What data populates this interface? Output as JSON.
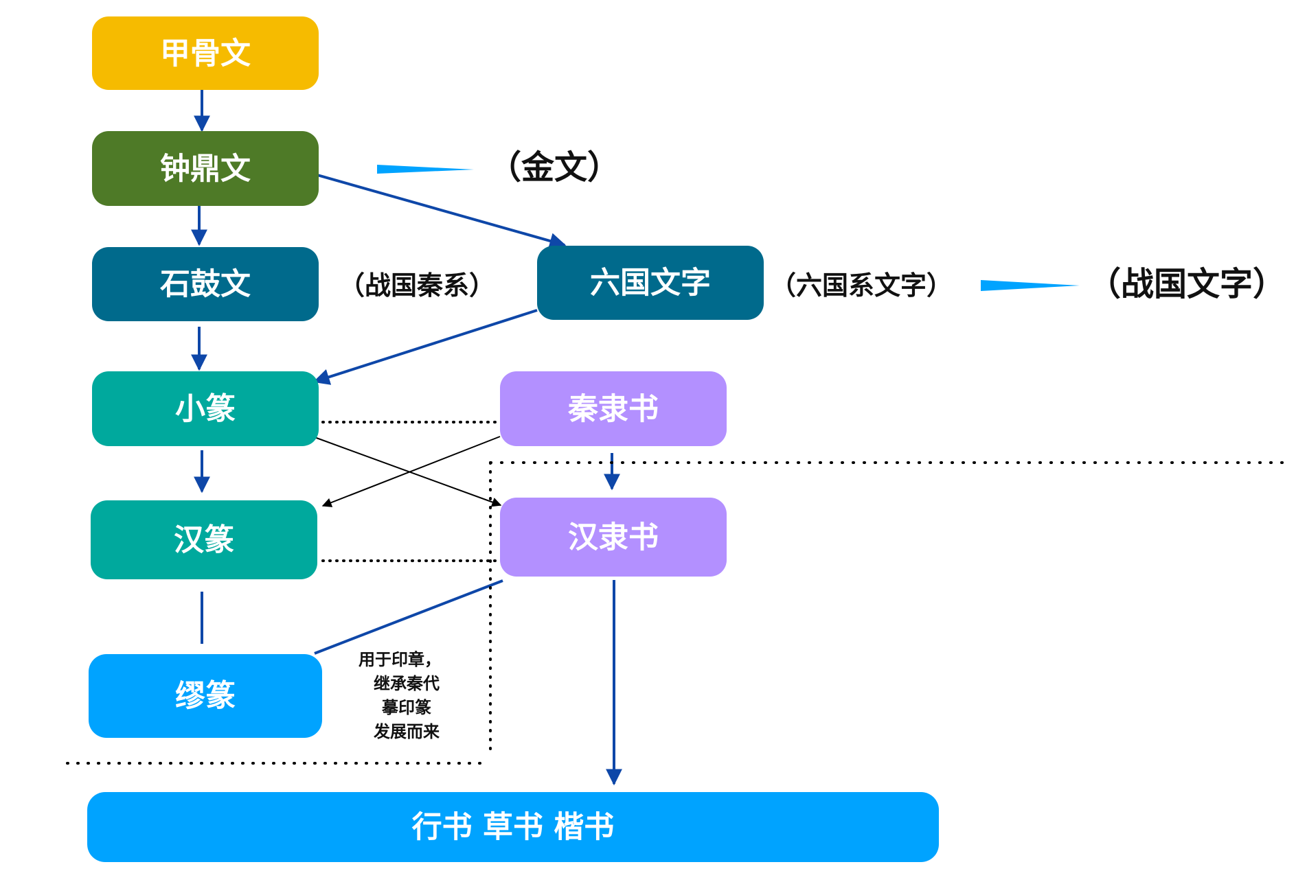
{
  "colors": {
    "jiaguwen": "#F6BB00",
    "zhongdingwen": "#4E7A27",
    "dark_teal": "#006A8C",
    "teal": "#00A99D",
    "lavender": "#B390FF",
    "sky": "#00A3FF",
    "arrow": "#0E47A8",
    "pointer": "#00A3FF",
    "black": "#000000"
  },
  "nodes": {
    "jiaguwen": "甲骨文",
    "zhongdingwen": "钟鼎文",
    "shiguwen": "石鼓文",
    "liuguo": "六国文字",
    "xiaozhuan": "小篆",
    "qinlishu": "秦隶书",
    "hanzhuan": "汉篆",
    "hanlishu": "汉隶书",
    "miuzhuan": "缪篆",
    "later": "行书 草书 楷书"
  },
  "notes": {
    "jinwen": "（金文）",
    "zhanguo_qin": "（战国秦系）",
    "liuguo_xi": "（六国系文字）",
    "zhanguo_wenzi": "（战国文字）",
    "miuzhuan_line1": "用于印章，",
    "miuzhuan_line2": "继承秦代",
    "miuzhuan_line3": "摹印篆",
    "miuzhuan_line4": "发展而来"
  }
}
